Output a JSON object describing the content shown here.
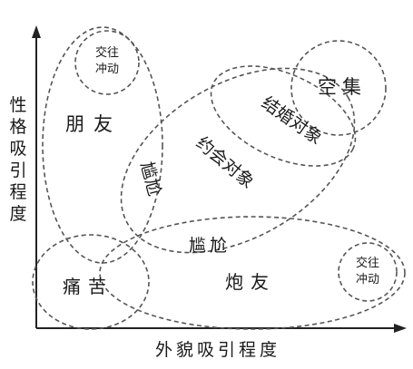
{
  "axes": {
    "x_label": "外貌吸引程度",
    "y_label": "性格吸引程度"
  },
  "labels": {
    "friend": "朋友",
    "impulse_top": [
      "交往",
      "冲动"
    ],
    "awkward_left": "尴尬",
    "date_target": "约会对象",
    "marriage_target": "结婚对象",
    "empty_set": "空集",
    "pain": "痛苦",
    "awkward_bottom": "尴尬",
    "hookup": "炮友",
    "impulse_right": [
      "交往",
      "冲动"
    ]
  }
}
